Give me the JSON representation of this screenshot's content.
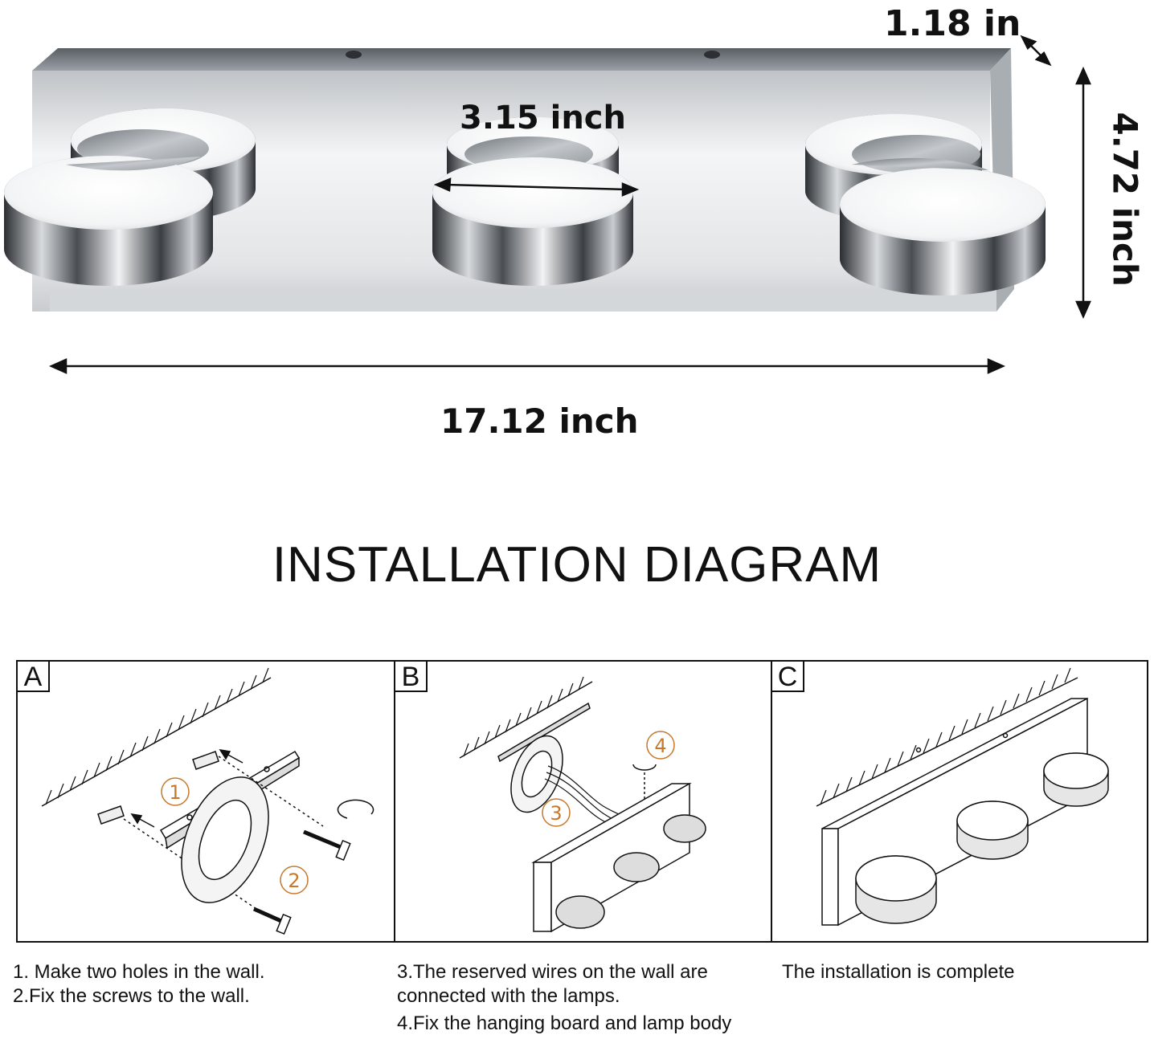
{
  "dimensions": {
    "thickness": "1.18 in",
    "height": "4.72 inch",
    "lamp_diameter": "3.15 inch",
    "width": "17.12 inch"
  },
  "diagram_title": "INSTALLATION DIAGRAM",
  "panels": [
    {
      "label": "A",
      "steps": [
        "1",
        "2"
      ]
    },
    {
      "label": "B",
      "steps": [
        "3",
        "4"
      ]
    },
    {
      "label": "C"
    }
  ],
  "captions": {
    "a": [
      "1. Make two holes in the wall.",
      "2.Fix the screws to the wall."
    ],
    "b": [
      "3.The reserved wires on the wall are",
      "connected with the lamps.",
      "4.Fix the hanging board and lamp body"
    ],
    "c": [
      "The installation is complete"
    ]
  },
  "colors": {
    "step_number": "#c8782a",
    "line": "#111111",
    "chrome": "#8a8f95"
  }
}
